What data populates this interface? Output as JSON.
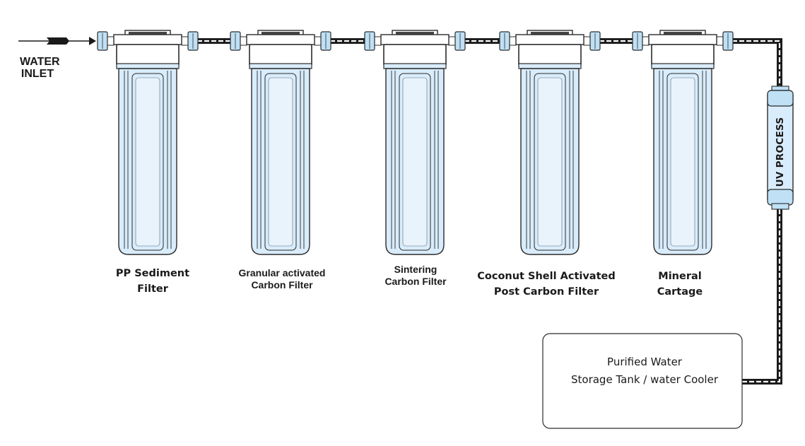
{
  "inlet": {
    "line1": "WATER",
    "line2": "INLET"
  },
  "filters": [
    {
      "line1": "PP Sediment",
      "line2": "Filter"
    },
    {
      "line1": "Granular activated",
      "line2": "Carbon Filter"
    },
    {
      "line1": "Sintering",
      "line2": "Carbon Filter"
    },
    {
      "line1": "Coconut Shell Activated",
      "line2": "Post Carbon Filter"
    },
    {
      "line1": "Mineral",
      "line2": "Cartage"
    }
  ],
  "uv": {
    "label": "UV PROCESS"
  },
  "tank": {
    "line1": "Purified Water",
    "line2": "Storage Tank / water Cooler"
  },
  "colors": {
    "housing_fill": "#d9ecfb",
    "housing_stroke": "#2b2b2b",
    "fitting_fill": "#bfe0f5",
    "pipe": "#1a1a1a",
    "text": "#1a1a1a"
  }
}
